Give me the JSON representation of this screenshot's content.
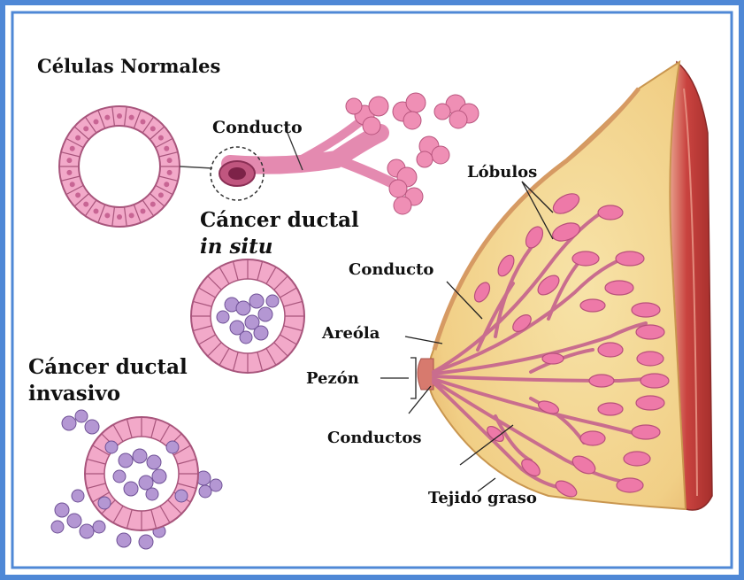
{
  "title": "Células Normales",
  "labels": {
    "conducto_top": "Conducto",
    "cancer_ductal": "Cáncer ductal",
    "in_situ": "in situ",
    "cancer_invasivo_1": "Cáncer ductal",
    "cancer_invasivo_2": "invasivo",
    "lobulos": "Lóbulos",
    "conducto_right": "Conducto",
    "areola": "Areóla",
    "pezon": "Pezón",
    "conductos": "Conductos",
    "tejido_graso": "Tejido graso"
  },
  "colors": {
    "frame_blue": "#4f88d6",
    "cell_pink": "#f2a9c9",
    "cell_purple": "#b497d3",
    "tissue": "#f3d58e",
    "muscle": "#c9433f",
    "lobule": "#ee79a8"
  }
}
